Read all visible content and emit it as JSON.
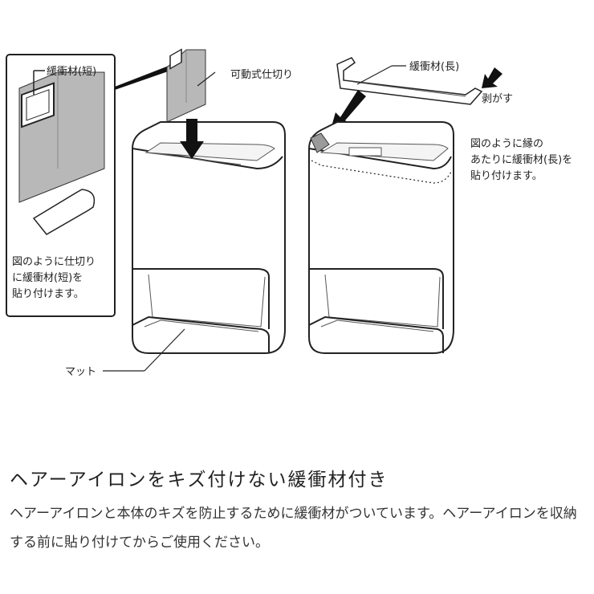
{
  "callout": {
    "label_short": "緩衝材(短)",
    "note_lines": [
      "図のように仕切り",
      "に緩衝材(短)を",
      "貼り付けます。"
    ]
  },
  "left_unit": {
    "divider_label": "可動式仕切り",
    "mat_label": "マット"
  },
  "right_unit": {
    "label_long": "緩衝材(長)",
    "peel_label": "剥がす",
    "note_lines": [
      "図のように縁の",
      "あたりに緩衝材(長)を",
      "貼り付けます。"
    ]
  },
  "heading": "ヘアーアイロンをキズ付けない緩衝材付き",
  "description": "ヘアーアイロンと本体のキズを防止するために緩衝材がついています。ヘアーアイロンを収納する前に貼り付けてからご使用ください。"
}
